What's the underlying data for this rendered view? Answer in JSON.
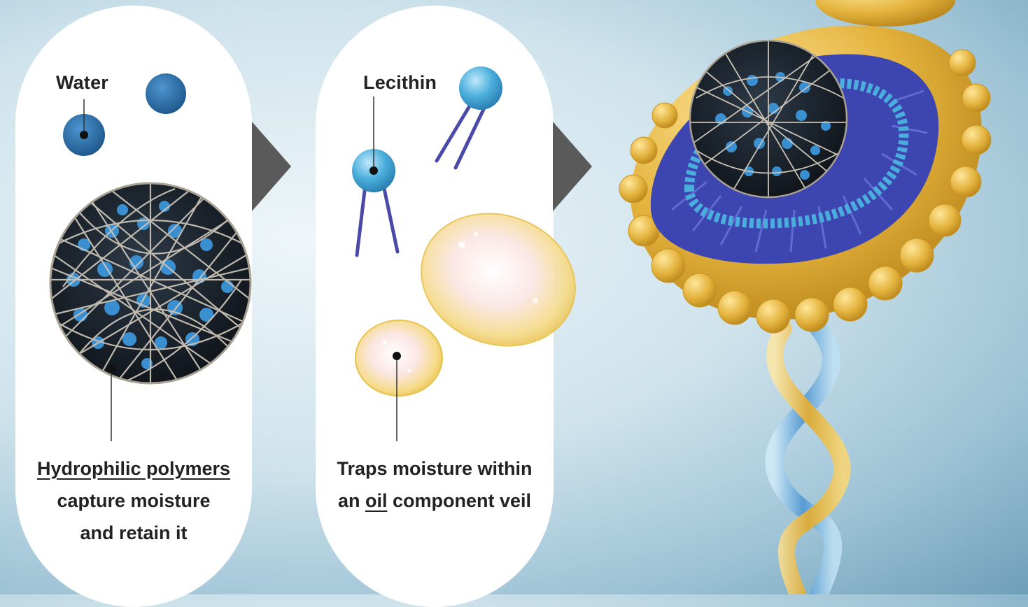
{
  "panel1": {
    "water_label": "Water",
    "caption_line1": "Hydrophilic polymers",
    "caption_line2": "capture moisture",
    "caption_line3": "and retain it"
  },
  "panel2": {
    "lecithin_label": "Lecithin",
    "caption_line1": "Traps moisture within",
    "caption_line2_prefix": "an ",
    "caption_line2_underlined": "oil",
    "caption_line2_suffix": " component veil"
  },
  "colors": {
    "water_blue": "#2e6fa8",
    "lecithin_blue": "#4aaedc",
    "tail_purple": "#4a4aa8",
    "lipid_gold": "#e3b23c",
    "arrow_gray": "#5a5a5a"
  }
}
